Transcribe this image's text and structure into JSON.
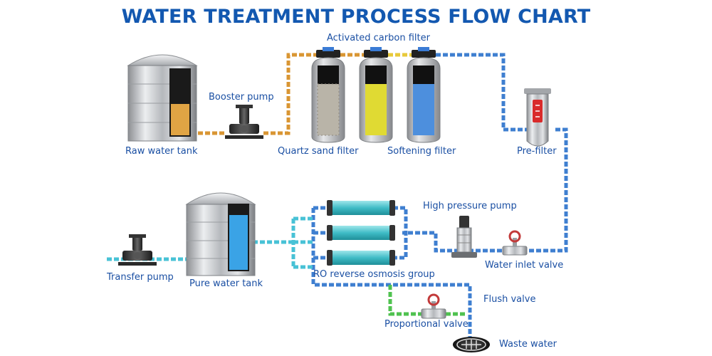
{
  "title": "WATER TREATMENT PROCESS FLOW CHART",
  "components": {
    "raw_water_tank": "Raw water tank",
    "booster_pump": "Booster pump",
    "quartz_sand_filter": "Quartz sand filter",
    "activated_carbon_filter": "Activated carbon filter",
    "softening_filter": "Softening filter",
    "pre_filter": "Pre-filter",
    "high_pressure_pump": "High pressure pump",
    "water_inlet_valve": "Water inlet valve",
    "ro_group": "RO reverse osmosis group",
    "pure_water_tank": "Pure water tank",
    "transfer_pump": "Transfer pump",
    "flush_valve": "Flush valve",
    "proportional_valve": "Proportional valve",
    "waste_water": "Waste water"
  },
  "colors": {
    "title": "#1358b0",
    "label": "#1a4fa3",
    "raw_pipe": "#d99633",
    "carbon_pipe": "#e8c93a",
    "treated_pipe": "#3f7fd0",
    "pure_pipe": "#48c2d6",
    "waste_pipe": "#4fc24f",
    "sand_media": "#b9b4a8",
    "carbon_media": "#e0da33",
    "softener_media": "#4d8fdd",
    "raw_water": "#e0a444",
    "pure_water": "#3aa3e6",
    "ro_membrane": "#4cc9cf"
  },
  "icons": {
    "tank": "tank-icon",
    "pump": "pump-icon",
    "filter": "filter-icon",
    "valve": "valve-icon",
    "drain": "drain-icon"
  }
}
